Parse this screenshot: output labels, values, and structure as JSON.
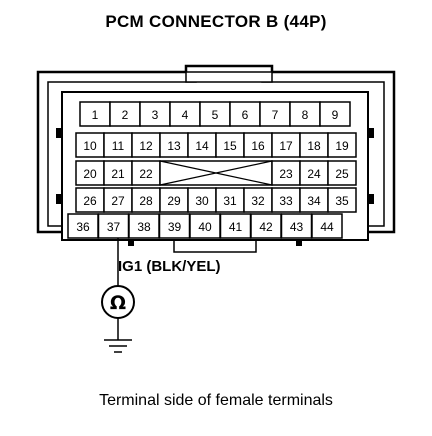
{
  "title": "PCM CONNECTOR B (44P)",
  "caption": "Terminal side of female terminals",
  "wire_label": "IG1 (BLK/YEL)",
  "meter_symbol": "Ω",
  "rows": [
    [
      "1",
      "2",
      "3",
      "4",
      "5",
      "6",
      "7",
      "8",
      "9"
    ],
    [
      "10",
      "11",
      "12",
      "13",
      "14",
      "15",
      "16",
      "17",
      "18",
      "19"
    ],
    [
      "20",
      "21",
      "22",
      "",
      "23",
      "24",
      "25"
    ],
    [
      "26",
      "27",
      "28",
      "29",
      "30",
      "31",
      "32",
      "33",
      "34",
      "35"
    ],
    [
      "36",
      "37",
      "38",
      "39",
      "40",
      "41",
      "42",
      "43",
      "44"
    ]
  ],
  "probed_terminal": "37",
  "icons": {
    "meter": "ohmmeter-icon",
    "ground": "ground-icon"
  }
}
